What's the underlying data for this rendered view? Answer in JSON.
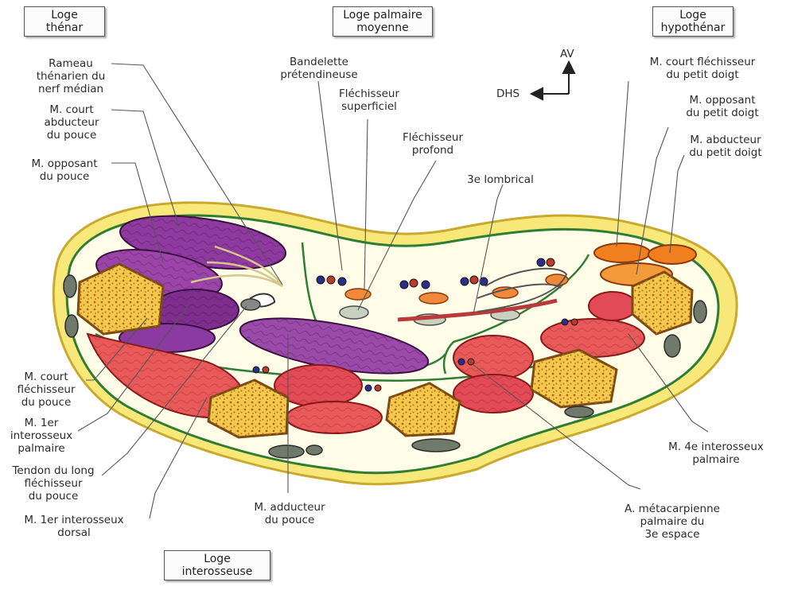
{
  "compartments": {
    "thenar": "Loge\nthénar",
    "palmaire_moyenne": "Loge palmaire\nmoyenne",
    "hypothenar": "Loge\nhypothénar",
    "interosseuse": "Loge\ninterosseuse"
  },
  "orientation": {
    "anterior": "AV",
    "ulnar": "DHS"
  },
  "labels": {
    "rameau_thenarien": "Rameau\nthénarien du\nnerf médian",
    "court_abducteur": "M. court\nabducteur\ndu pouce",
    "opposant_pouce": "M. opposant\ndu pouce",
    "court_flechisseur_pouce": "M. court\nfléchisseur\ndu pouce",
    "interosseux_palmaire_1": "M. 1er\ninterosseux\npalmaire",
    "tendon_long_flechisseur": "Tendon du long\nfléchisseur\ndu pouce",
    "interosseux_dorsal_1": "M. 1er interosseux\ndorsal",
    "adducteur_pouce": "M. adducteur\ndu pouce",
    "bandelette": "Bandelette\nprétendineuse",
    "flechisseur_superficiel": "Fléchisseur\nsuperficiel",
    "flechisseur_profond": "Fléchisseur\nprofond",
    "lombrical_3": "3e lombrical",
    "court_flechisseur_petit_doigt": "M. court fléchisseur\ndu petit doigt",
    "opposant_petit_doigt": "M. opposant\ndu petit doigt",
    "abducteur_petit_doigt": "M. abducteur\ndu petit doigt",
    "interosseux_palmaire_4": "M. 4e interosseux\npalmaire",
    "artere_metacarpienne": "A. métacarpienne\npalmaire du\n3e espace"
  },
  "colors": {
    "skin": "#f7e879",
    "fascia": "#2e7d32",
    "purple_muscle": "#8e3a9e",
    "red_muscle": "#e85a5a",
    "bone": "#f2c94c",
    "tendon": "#f08a3a",
    "nerve": "#5a6b5a"
  }
}
